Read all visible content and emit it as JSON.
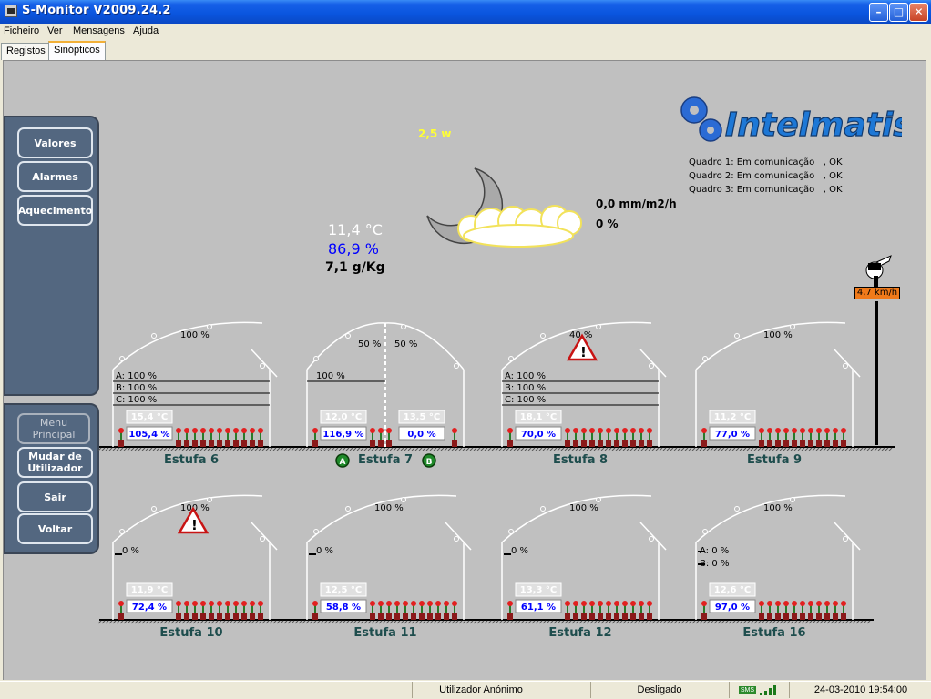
{
  "window": {
    "title": "S-Monitor V2009.24.2"
  },
  "menu": [
    "Ficheiro",
    "Ver",
    "Mensagens",
    "Ajuda"
  ],
  "tabs": [
    "Registos",
    "Sinópticos"
  ],
  "sidebar": {
    "top_buttons": [
      "Valores",
      "Alarmes",
      "Aquecimento"
    ],
    "bottom_buttons": [
      "Menu Principal",
      "Mudar de Utilizador",
      "Sair",
      "Voltar"
    ]
  },
  "weather": {
    "solar": "2,5 w",
    "temperature": "11,4 °C",
    "humidity": "86,9 %",
    "abs_humidity": "7,1 g/Kg",
    "rain": "0,0 mm/m2/h",
    "rain_pct": "0 %",
    "wind": "4,7 km/h"
  },
  "logo": "Intelmatis",
  "quadros": [
    "Quadro 1: Em comunicação   , OK",
    "Quadro 2: Em comunicação   , OK",
    "Quadro 3: Em comunicação   , OK"
  ],
  "greenhouses": [
    {
      "name": "Estufa 6",
      "vent": [
        "100 %"
      ],
      "screens": [
        "A: 100 %",
        "B: 100 %",
        "C: 100 %"
      ],
      "temps": [
        "15,4 °C"
      ],
      "hums": [
        "105,4 %"
      ],
      "alarm": false
    },
    {
      "name": "Estufa 7",
      "vent": [
        "50 %",
        "50 %"
      ],
      "screens": [
        "100 %"
      ],
      "temps": [
        "12,0 °C",
        "13,5 °C"
      ],
      "hums": [
        "116,9 %",
        "0,0 %"
      ],
      "alarm": false,
      "markers": [
        "A",
        "B"
      ]
    },
    {
      "name": "Estufa 8",
      "vent": [
        "40 %"
      ],
      "screens": [
        "A: 100 %",
        "B: 100 %",
        "C: 100 %"
      ],
      "temps": [
        "18,1 °C"
      ],
      "hums": [
        "70,0 %"
      ],
      "alarm": true
    },
    {
      "name": "Estufa 9",
      "vent": [
        "100 %"
      ],
      "screens": [],
      "temps": [
        "11,2 °C"
      ],
      "hums": [
        "77,0 %"
      ],
      "alarm": false
    },
    {
      "name": "Estufa 10",
      "vent": [
        "100 %"
      ],
      "screens": [
        "0 %"
      ],
      "temps": [
        "11,9 °C"
      ],
      "hums": [
        "72,4 %"
      ],
      "alarm": true
    },
    {
      "name": "Estufa 11",
      "vent": [
        "100 %"
      ],
      "screens": [
        "0 %"
      ],
      "temps": [
        "12,5 °C"
      ],
      "hums": [
        "58,8 %"
      ],
      "alarm": false
    },
    {
      "name": "Estufa 12",
      "vent": [
        "100 %"
      ],
      "screens": [
        "0 %"
      ],
      "temps": [
        "13,3 °C"
      ],
      "hums": [
        "61,1 %"
      ],
      "alarm": false
    },
    {
      "name": "Estufa 16",
      "vent": [
        "100 %"
      ],
      "screens": [
        "A: 0 %",
        "B: 0 %"
      ],
      "temps": [
        "12,6 °C"
      ],
      "hums": [
        "97,0 %"
      ],
      "alarm": false
    }
  ],
  "status": {
    "user": "Utilizador Anónimo",
    "connection": "Desligado",
    "sms": "SMS",
    "datetime": "24-03-2010 19:54:00"
  },
  "colors": {
    "background": "#c0c0c0",
    "panel": "#536780",
    "humidity_blue": "#0000ff",
    "label_teal": "#1e4d4d",
    "wind_orange": "#f07a1a",
    "marker_green": "#1f8a2a"
  }
}
